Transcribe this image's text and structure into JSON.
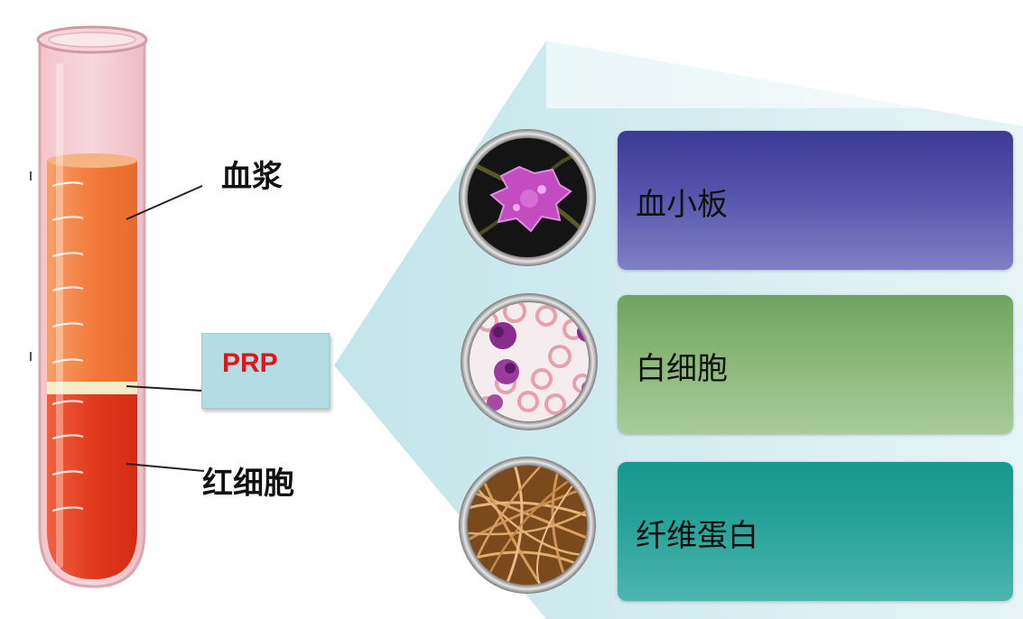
{
  "tube_labels": {
    "plasma": "血浆",
    "rbc": "红细胞"
  },
  "prp": {
    "label": "PRP",
    "color": "#e0141c"
  },
  "components": [
    {
      "label": "血小板",
      "icon": "platelet-cell-icon",
      "color": "#4a4aa6"
    },
    {
      "label": "白细胞",
      "icon": "white-blood-cell-icon",
      "color": "#80b26e"
    },
    {
      "label": "纤维蛋白",
      "icon": "fibrin-fibers-icon",
      "color": "#23a198"
    }
  ],
  "colors": {
    "plasma": "#f27a3c",
    "red_cells": "#e23a1c",
    "buffy_coat": "#f5ecc6",
    "wedge": "#c8e8ec"
  }
}
